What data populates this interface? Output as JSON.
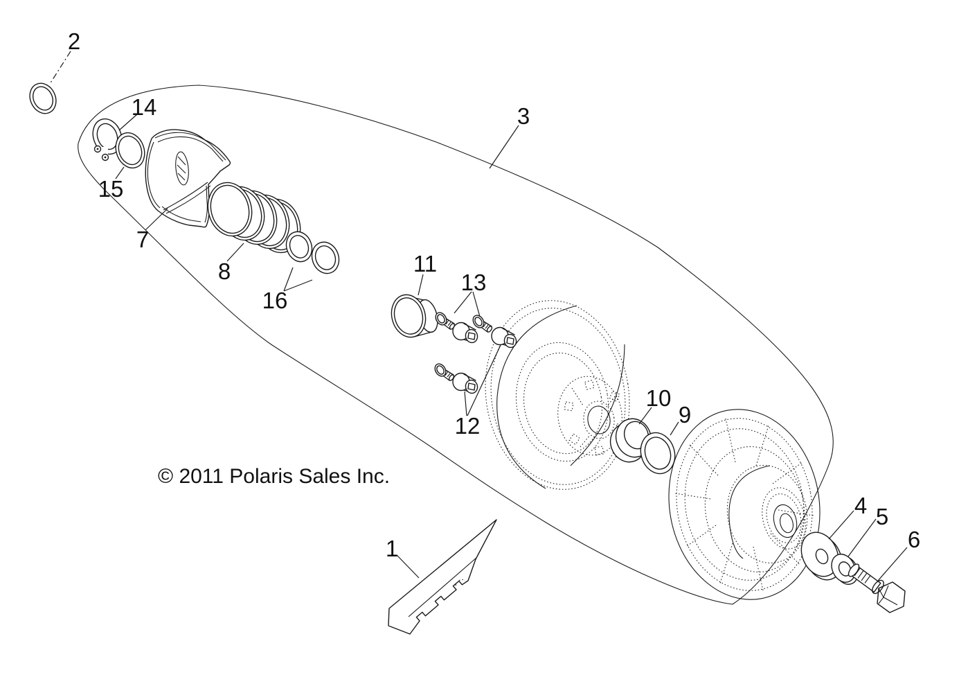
{
  "copyright": "© 2011 Polaris Sales Inc.",
  "colors": {
    "background": "#ffffff",
    "line": "#1a1a1a"
  },
  "diagram": {
    "callouts": [
      {
        "label": "1"
      },
      {
        "label": "2"
      },
      {
        "label": "3"
      },
      {
        "label": "4"
      },
      {
        "label": "5"
      },
      {
        "label": "6"
      },
      {
        "label": "7"
      },
      {
        "label": "8"
      },
      {
        "label": "9"
      },
      {
        "label": "10"
      },
      {
        "label": "11"
      },
      {
        "label": "12"
      },
      {
        "label": "13"
      },
      {
        "label": "14"
      },
      {
        "label": "15"
      },
      {
        "label": "16"
      }
    ]
  }
}
